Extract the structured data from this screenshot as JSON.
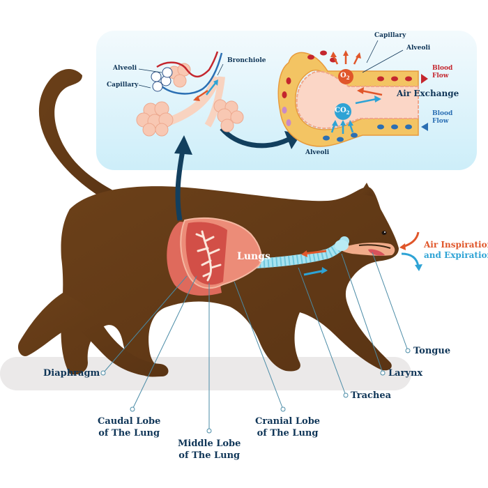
{
  "title": "Cat Respiratory System",
  "colors": {
    "cat_body": "#6a3f1a",
    "ground_shadow": "#e8e6e6",
    "inset_bg_top": "#f1f9fd",
    "inset_bg_bottom": "#cfeef9",
    "label_text": "#0f3557",
    "lung_pink": "#e98672",
    "lung_dark": "#c9433d",
    "trachea": "#a8e3f0",
    "oxygen": "#e0562a",
    "carbon_dioxide": "#2ea3d5",
    "blood_red": "#c4262e",
    "blood_blue": "#2b6fb3",
    "capillary_wall": "#f3c463",
    "arrow_navy": "#123f5e"
  },
  "inset": {
    "left": {
      "alveoli_label": "Alveoli",
      "capillary_label": "Capillary",
      "bronchiole_label": "Bronchiole"
    },
    "right": {
      "capillary_label": "Capillary",
      "alveoli_label": "Alveoli",
      "o2_label": "O",
      "o2_sub": "2",
      "co2_label": "CO",
      "co2_sub": "2",
      "air_exchange_label": "Air Exchange",
      "blood_flow_out": [
        "Blood",
        "Flow"
      ],
      "blood_flow_in": [
        "Blood",
        "Flow"
      ],
      "bottom_alveoli_label": "Alveoli"
    }
  },
  "body_labels": {
    "lungs": "Lungs",
    "air_inspiration": "Air Inspiration",
    "and_expiration": "and Expiration",
    "tongue": "Tongue",
    "larynx": "Larynx",
    "trachea": "Trachea",
    "diaphragm": "Diaphragm",
    "caudal_lobe": [
      "Caudal Lobe",
      "of The Lung"
    ],
    "middle_lobe": [
      "Middle Lobe",
      "of The Lung"
    ],
    "cranial_lobe": [
      "Cranial Lobe",
      "of The Lung"
    ]
  }
}
